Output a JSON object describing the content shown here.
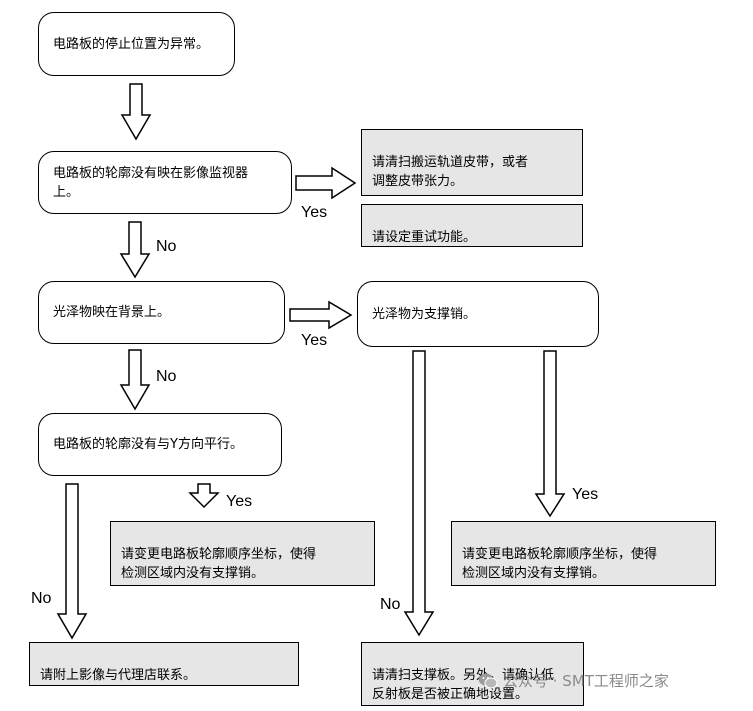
{
  "flowchart": {
    "decisions": [
      {
        "id": "d1",
        "text": "电路板的停止位置为异常。"
      },
      {
        "id": "d2",
        "text": "电路板的轮廓没有映在影像监视器\n上。"
      },
      {
        "id": "d3",
        "text": "光泽物映在背景上。"
      },
      {
        "id": "d4",
        "text": "光泽物为支撑销。"
      },
      {
        "id": "d5",
        "text": "电路板的轮廓没有与Y方向平行。"
      }
    ],
    "actions": [
      {
        "id": "a1",
        "text": "请清扫搬运轨道皮带，或者\n调整皮带张力。"
      },
      {
        "id": "a2",
        "text": "请设定重试功能。"
      },
      {
        "id": "a3",
        "text": "请变更电路板轮廓顺序坐标，使得\n检测区域内没有支撑销。"
      },
      {
        "id": "a4",
        "text": "请变更电路板轮廓顺序坐标，使得\n检测区域内没有支撑销。"
      },
      {
        "id": "a5",
        "text": "请附上影像与代理店联系。"
      },
      {
        "id": "a6",
        "text": "请清扫支撑板。另外，请确认低\n反射板是否被正确地设置。"
      }
    ],
    "branch_labels": {
      "yes": "Yes",
      "no": "No"
    },
    "colors": {
      "action_fill": "#e6e6e6",
      "decision_fill": "#ffffff",
      "stroke": "#000000"
    }
  },
  "watermark": {
    "icon": "wechat-icon",
    "text": "公众号 · SMT工程师之家"
  }
}
